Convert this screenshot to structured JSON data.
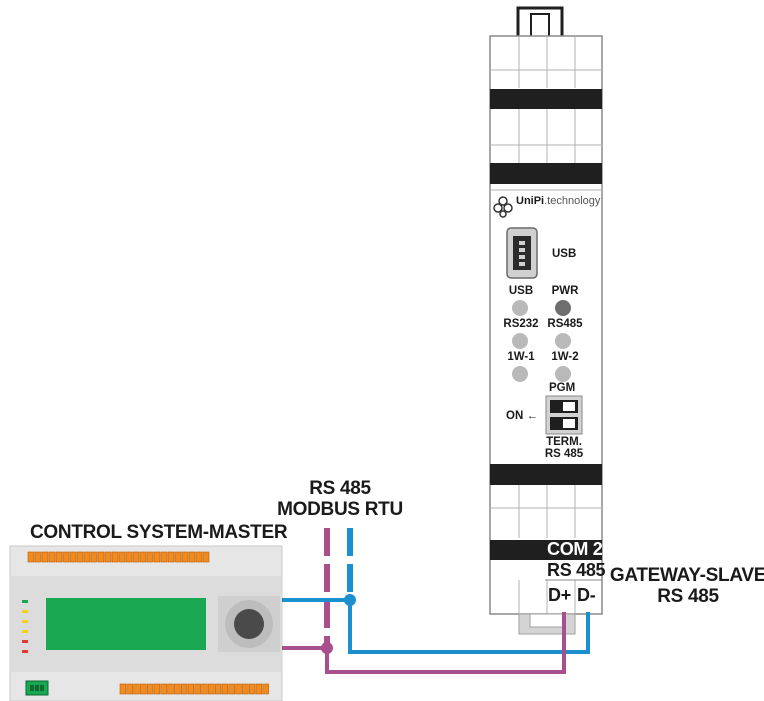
{
  "labels": {
    "bus_line1": "RS 485",
    "bus_line2": "MODBUS RTU",
    "master": "CONTROL SYSTEM-MASTER",
    "slave_line1": "GATEWAY-SLAVE",
    "slave_line2": "RS 485"
  },
  "gateway": {
    "brand": "UniPi",
    "brand_suffix": ".technology",
    "usb_port_label": "USB",
    "leds": [
      {
        "label": "USB"
      },
      {
        "label": "PWR"
      },
      {
        "label": "RS232"
      },
      {
        "label": "RS485"
      },
      {
        "label": "1W-1"
      },
      {
        "label": "1W-2"
      }
    ],
    "pgm_label": "PGM",
    "on_label": "ON",
    "on_arrow": "←",
    "term_line1": "TERM.",
    "term_line2": "RS 485",
    "com_label": "COM 2",
    "com_sub_label": "RS 485",
    "terminals": [
      "D+",
      "D-"
    ]
  },
  "colors": {
    "blue_wire": "#1c8fcf",
    "purple_wire": "#a8508e",
    "screen_green": "#19a851",
    "terminal_orange": "#f28a1e",
    "dark_band": "#1f1f1f"
  }
}
